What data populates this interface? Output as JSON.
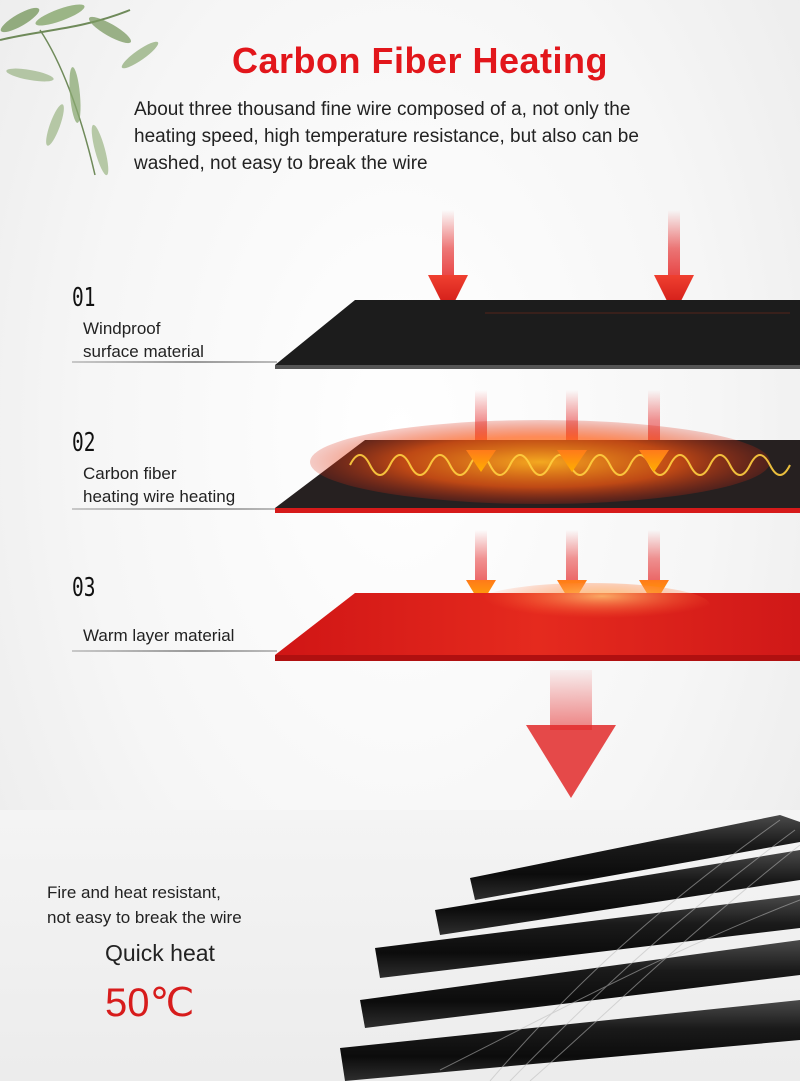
{
  "title": "Carbon Fiber Heating",
  "description": "About three thousand fine wire composed of a, not only the\nheating speed, high temperature resistance, but also can be\n washed, not easy to break the wire",
  "layers": [
    {
      "number": "01",
      "label": "Windproof\nsurface material"
    },
    {
      "number": "02",
      "label": "Carbon fiber\nheating wire heating"
    },
    {
      "number": "03",
      "label": "Warm layer material"
    }
  ],
  "features": {
    "resistance_text": "Fire and heat resistant,\nnot easy to break the wire",
    "quick_heat_label": "Quick heat",
    "temperature": "50℃"
  },
  "colors": {
    "title": "#e2161b",
    "arrow": "#e41f1f",
    "temperature": "#d71c1c"
  }
}
